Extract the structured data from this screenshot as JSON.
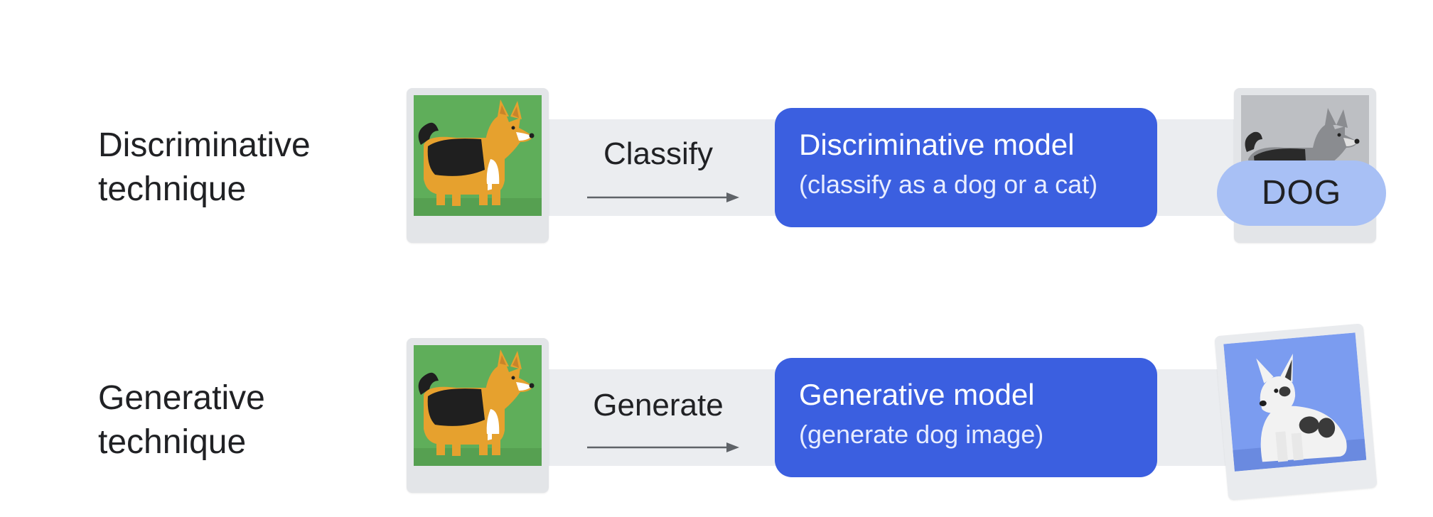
{
  "rows": [
    {
      "label_line1": "Discriminative",
      "label_line2": "technique",
      "verb": "Classify",
      "model_title": "Discriminative model",
      "model_subtitle": "(classify as a dog or a cat)",
      "output_label": "DOG",
      "input_icon": "dog-photo-icon",
      "output_icon": "gray-dog-photo-icon"
    },
    {
      "label_line1": "Generative",
      "label_line2": "technique",
      "verb": "Generate",
      "model_title": "Generative model",
      "model_subtitle": "(generate dog image)",
      "input_icon": "dog-photo-icon",
      "output_icon": "generated-dog-photo-icon"
    }
  ],
  "colors": {
    "model_box": "#3b5fe0",
    "track": "#ebedf0",
    "dog_pill": "#a8c0f5",
    "photo_green": "#5fae5a",
    "photo_blue": "#7b9cf0"
  }
}
